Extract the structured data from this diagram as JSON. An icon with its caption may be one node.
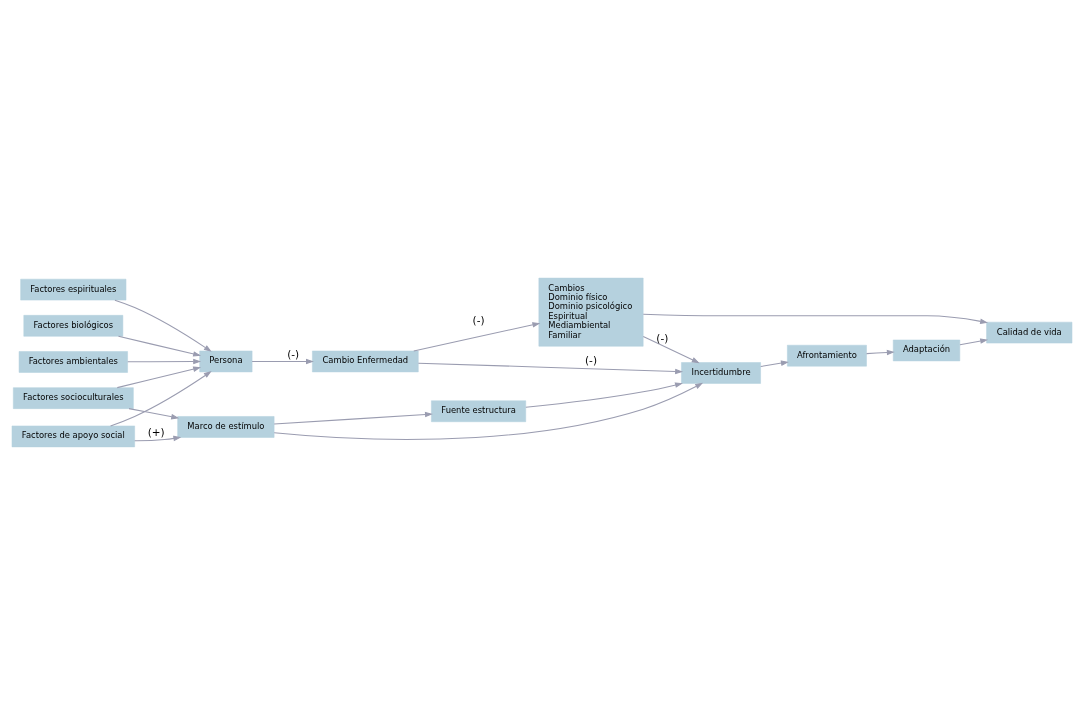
{
  "diagram": {
    "nodes": [
      {
        "text": [
          "Factores biológicos"
        ]
      },
      {
        "text": [
          "Factores ambientales"
        ]
      },
      {
        "text": [
          "Persona"
        ]
      },
      {
        "text": [
          "Cambio Enfermedad"
        ]
      },
      {
        "text": [
          "Cambios",
          "Dominio físico",
          "Dominio psicológico",
          "Espiritual",
          "Mediambiental",
          "Familiar"
        ]
      },
      {
        "text": [
          "Calidad de vida"
        ]
      },
      {
        "text": [
          "Adaptación"
        ]
      },
      {
        "text": [
          "Incertidumbre"
        ]
      },
      {
        "text": [
          "Afrontamiento"
        ]
      },
      {
        "text": [
          "Factores de apoyo social"
        ]
      },
      {
        "text": [
          "Factores espirituales"
        ]
      },
      {
        "text": [
          "Factores socioculturales"
        ]
      },
      {
        "text": [
          "Marco de estímulo"
        ]
      },
      {
        "text": [
          "Fuente estructura"
        ]
      }
    ],
    "edges": [
      {
        "from": 0,
        "to": 2,
        "arrow": "to"
      },
      {
        "from": 1,
        "to": 2,
        "arrow": "to"
      },
      {
        "from": 10,
        "to": 2,
        "arrow": "to"
      },
      {
        "from": 9,
        "to": 2,
        "arrow": "to"
      },
      {
        "from": 11,
        "to": 2,
        "arrow": "to"
      },
      {
        "from": 2,
        "to": 3,
        "arrow": "to",
        "label": "(-)"
      },
      {
        "from": 3,
        "to": 4,
        "arrow": "to",
        "label": "(-)"
      },
      {
        "from": 3,
        "to": 7,
        "arrow": "to",
        "label": "(-)"
      },
      {
        "from": 4,
        "to": 7,
        "arrow": "to",
        "label": "(-)"
      },
      {
        "from": 4,
        "to": 5,
        "arrow": "to"
      },
      {
        "from": 7,
        "to": 8,
        "arrow": "to"
      },
      {
        "from": 8,
        "to": 6,
        "arrow": "to"
      },
      {
        "from": 6,
        "to": 5,
        "arrow": "to"
      },
      {
        "from": 9,
        "to": 12,
        "arrow": "to",
        "label": "(+)"
      },
      {
        "from": 11,
        "to": 12,
        "arrow": "to"
      },
      {
        "from": 12,
        "to": 7,
        "arrow": "to"
      },
      {
        "from": 12,
        "to": 13,
        "arrow": "to"
      },
      {
        "from": 13,
        "to": 7,
        "arrow": "to"
      }
    ]
  }
}
